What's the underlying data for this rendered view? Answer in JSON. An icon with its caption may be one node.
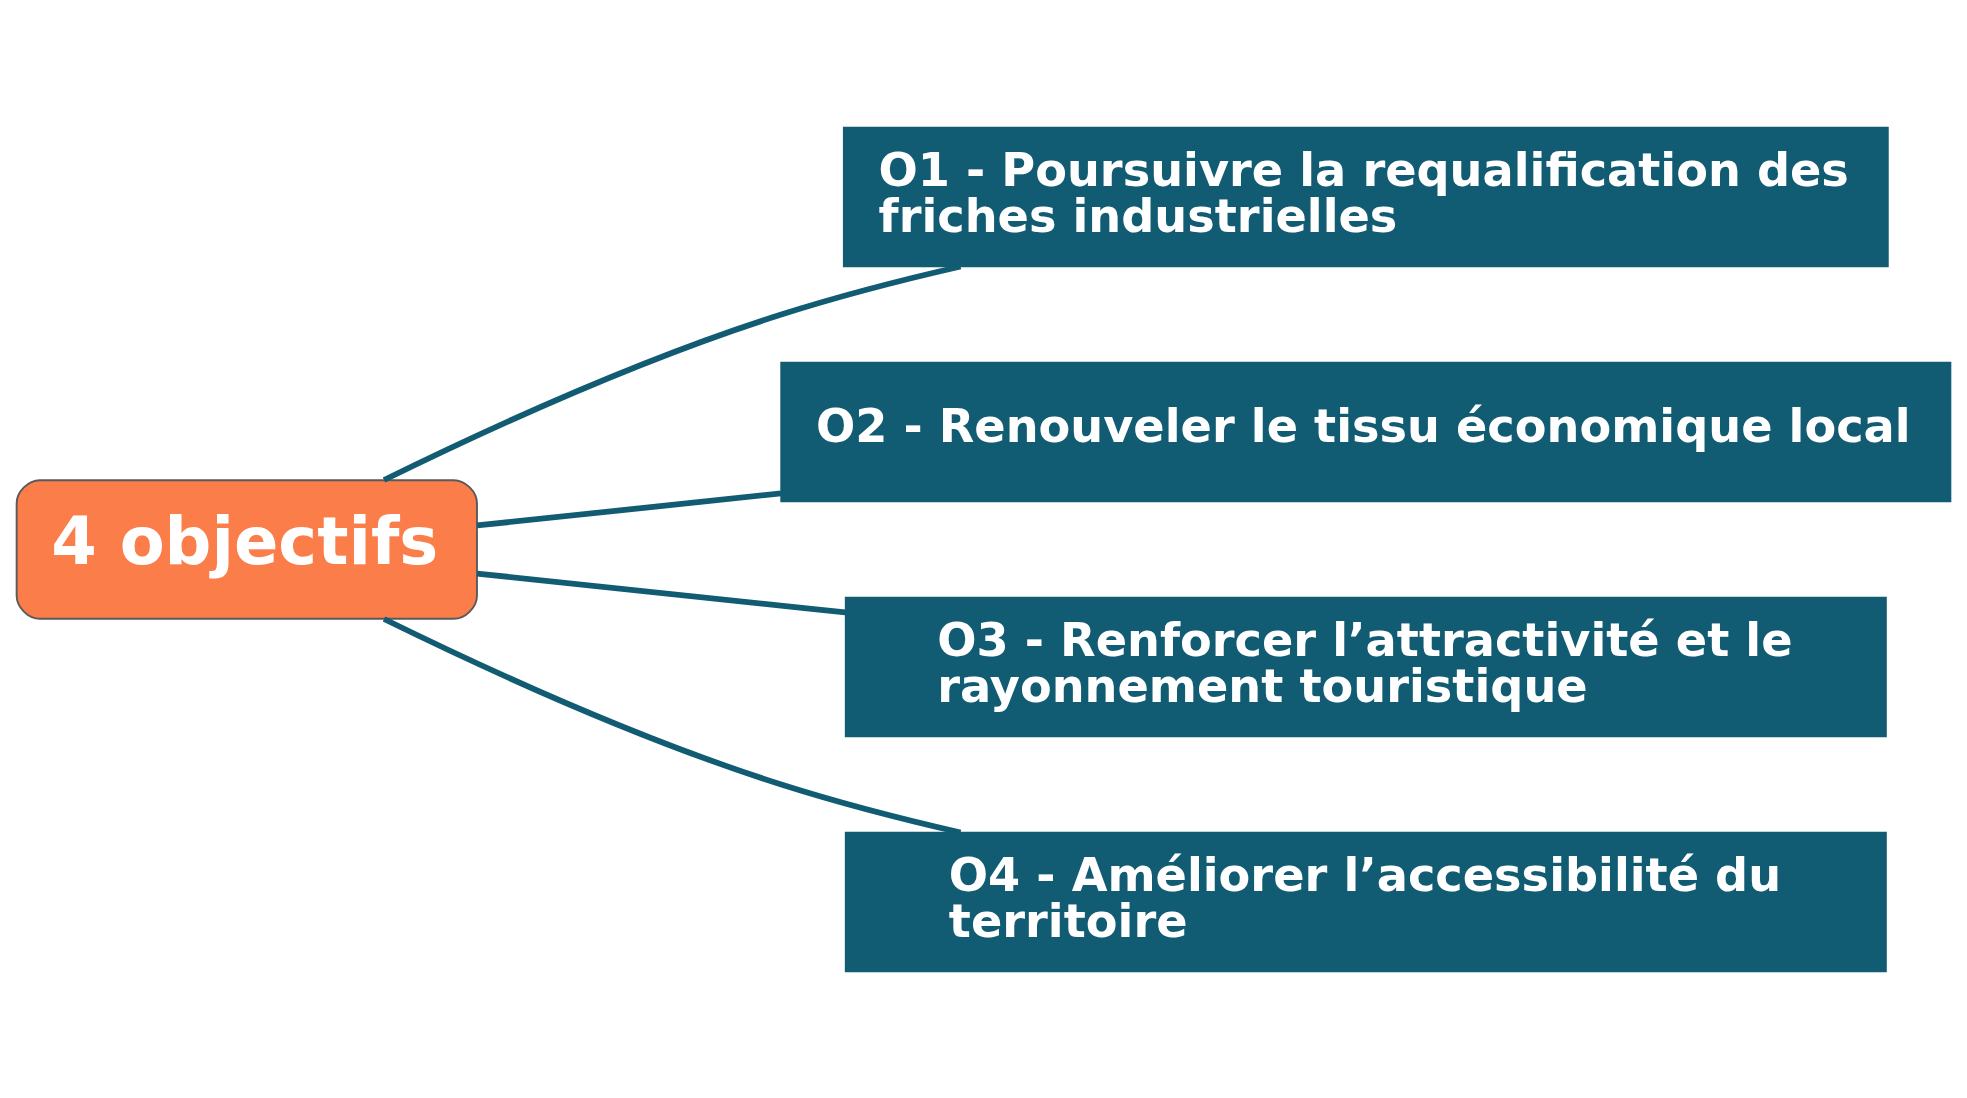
{
  "diagram": {
    "nodes": [
      {
        "text": [
          "4 objectifs"
        ]
      },
      {
        "text": [
          "O1 - Poursuivre la requalification des friches industrielles"
        ]
      },
      {
        "text": [
          "O2 - Renouveler le tissu économique local"
        ]
      },
      {
        "text": [
          "O3 - Renforcer l’attractivité et le rayonnement touristique"
        ]
      },
      {
        "text": [
          "O4 - Améliorer l’accessibilité du territoire"
        ]
      }
    ],
    "edges": [
      {
        "from": 0,
        "to": 1,
        "arrow": "none"
      },
      {
        "from": 0,
        "to": 2,
        "arrow": "none"
      },
      {
        "from": 0,
        "to": 3,
        "arrow": "none"
      },
      {
        "from": 0,
        "to": 4,
        "arrow": "none"
      }
    ]
  }
}
